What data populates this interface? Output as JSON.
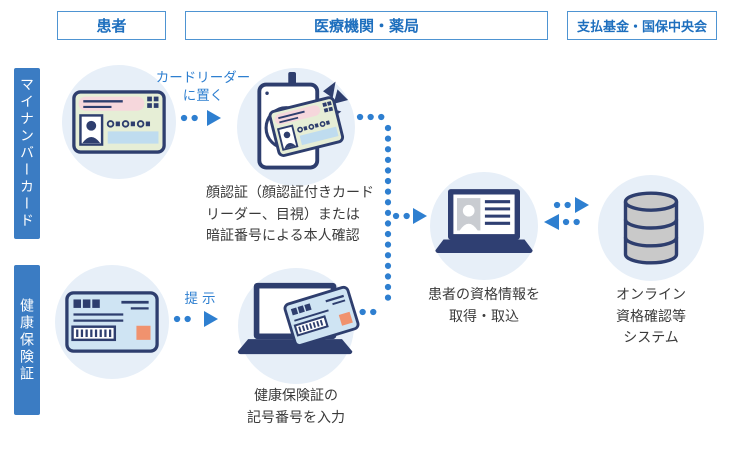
{
  "headers": [
    {
      "label": "患者"
    },
    {
      "label": "医療機関・薬局"
    },
    {
      "label": "支払基金・国保中央会"
    }
  ],
  "row_labels": [
    {
      "label": "マイナンバーカード"
    },
    {
      "label": "健康保険証"
    }
  ],
  "flow_labels": {
    "place_on_reader": "カードリーダー\nに置く",
    "present": "提示"
  },
  "captions": {
    "face_auth": "顔認証（顔認証付きカード\nリーダー、目視）または\n暗証番号による本人確認",
    "acquire_info": "患者の資格情報を\n取得・取込",
    "online_system": "オンライン\n資格確認等\nシステム",
    "insurance_input": "健康保険証の\n記号番号を入力"
  },
  "icons": {
    "mynumber_card": "mynumber-card-icon",
    "card_reader": "card-reader-icon",
    "insurance_card": "insurance-card-icon",
    "laptop_with_card": "laptop-insurance-card-icon",
    "laptop_id": "laptop-id-screen-icon",
    "database": "database-icon"
  },
  "colors": {
    "accent_blue": "#2e7fd0",
    "bar_blue": "#3b7cc3",
    "header_border": "#4e94d2",
    "header_text": "#1e6fbe",
    "icon_navy": "#2e3e6e",
    "circle_bg": "#e7eff8",
    "card_green": "#e6eed6",
    "card_pink": "#f6d7dc",
    "card_lightblue": "#bfdcef",
    "insurance_blue": "#cfe4f3",
    "orange": "#f0926e",
    "db_gray": "#c9c9c9",
    "body_text": "#3a3a3a"
  }
}
